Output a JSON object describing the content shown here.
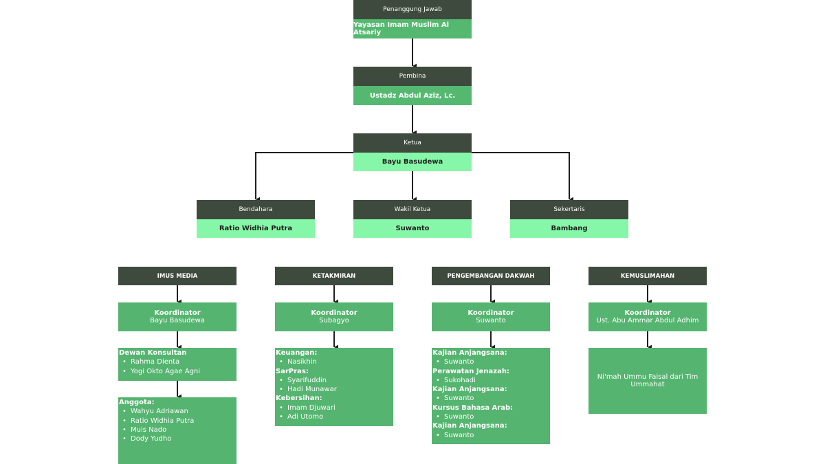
{
  "top": {
    "penanggung_jawab": {
      "role": "Penanggung Jawab",
      "name": "Yayasan Imam Muslim Al Atsariy"
    },
    "pembina": {
      "role": "Pembina",
      "name": "Ustadz Abdul Aziz, Lc."
    },
    "ketua": {
      "role": "Ketua",
      "name": "Bayu Basudewa"
    }
  },
  "officers": [
    {
      "role": "Bendahara",
      "name": "Ratio Widhia Putra"
    },
    {
      "role": "Wakil Ketua",
      "name": "Suwanto"
    },
    {
      "role": "Sekertaris",
      "name": "Bambang"
    }
  ],
  "divisions": [
    {
      "title": "IMUS MEDIA",
      "coord_label": "Koordinator",
      "coord_name": "Bayu Basudewa",
      "groups": [
        {
          "heading": "Dewan Konsultan",
          "members": [
            "Rahma Dienta",
            "Yogi Okto Agae Agni"
          ]
        }
      ],
      "groups2": [
        {
          "heading": "Anggota:",
          "members": [
            "Wahyu Adriawan",
            "Ratio Widhia Putra",
            "Muis Nado",
            "Dody Yudho"
          ]
        }
      ]
    },
    {
      "title": "KETAKMIRAN",
      "coord_label": "Koordinator",
      "coord_name": "Subagyo",
      "groups": [
        {
          "heading": "Keuangan:",
          "members": [
            "Nasikhin"
          ]
        },
        {
          "heading": "SarPras:",
          "members": [
            "Syarifuddin",
            "Hadi Munawar"
          ]
        },
        {
          "heading": "Kebersihan:",
          "members": [
            "Imam Djuwari",
            "Adi Utomo"
          ]
        }
      ]
    },
    {
      "title": "PENGEMBANGAN DAKWAH",
      "coord_label": "Koordinator",
      "coord_name": "Suwanto",
      "groups": [
        {
          "heading": "Kajian Anjangsana:",
          "members": [
            "Suwanto"
          ]
        },
        {
          "heading": "Perawatan Jenazah:",
          "members": [
            "Sukohadi"
          ]
        },
        {
          "heading": "Kajian Anjangsana:",
          "members": [
            "Suwanto"
          ]
        },
        {
          "heading": "Kursus Bahasa Arab:",
          "members": [
            "Suwanto"
          ]
        },
        {
          "heading": "Kajian Anjangsana:",
          "members": [
            "Suwanto"
          ]
        }
      ]
    },
    {
      "title": "KEMUSLIMAHAN",
      "coord_label": "Koordinator",
      "coord_name": "Ust. Abu Ammar Abdul Adhim",
      "note": "Ni'mah Ummu Faisal dari Tim Ummahat"
    }
  ],
  "colors": {
    "header_dark": "#3d4a3d",
    "name_light": "#86f7a8",
    "box_green": "#55b46f",
    "connector": "#1e1e1e"
  }
}
